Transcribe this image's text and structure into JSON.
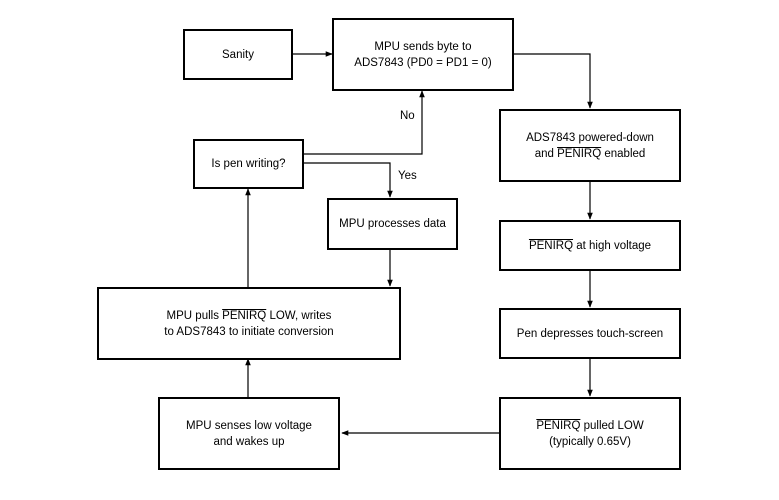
{
  "nodes": {
    "sanity": {
      "line1": "Sanity"
    },
    "mpu_sends": {
      "line1": "MPU sends byte to",
      "line2": "ADS7843 (PD0 = PD1 = 0)"
    },
    "powered_down": {
      "line1": "ADS7843 powered-down",
      "line2_pre": "and ",
      "line2_over": "PENIRQ",
      "line2_post": " enabled"
    },
    "penirq_high": {
      "over": "PENIRQ",
      "post": " at high voltage"
    },
    "pen_depresses": {
      "line1": "Pen depresses touch-screen"
    },
    "penirq_low": {
      "over": "PENIRQ",
      "post": " pulled LOW",
      "line2": "(typically 0.65V)"
    },
    "mpu_senses": {
      "line1": "MPU senses low voltage",
      "line2": "and wakes up"
    },
    "mpu_pulls": {
      "line1_pre": "MPU pulls ",
      "line1_over": "PENIRQ",
      "line1_post": " LOW, writes",
      "line2": "to ADS7843 to initiate conversion"
    },
    "is_pen_writing": {
      "line1": "Is pen writing?"
    },
    "mpu_processes": {
      "line1": "MPU processes data"
    }
  },
  "edge_labels": {
    "no": "No",
    "yes": "Yes"
  }
}
